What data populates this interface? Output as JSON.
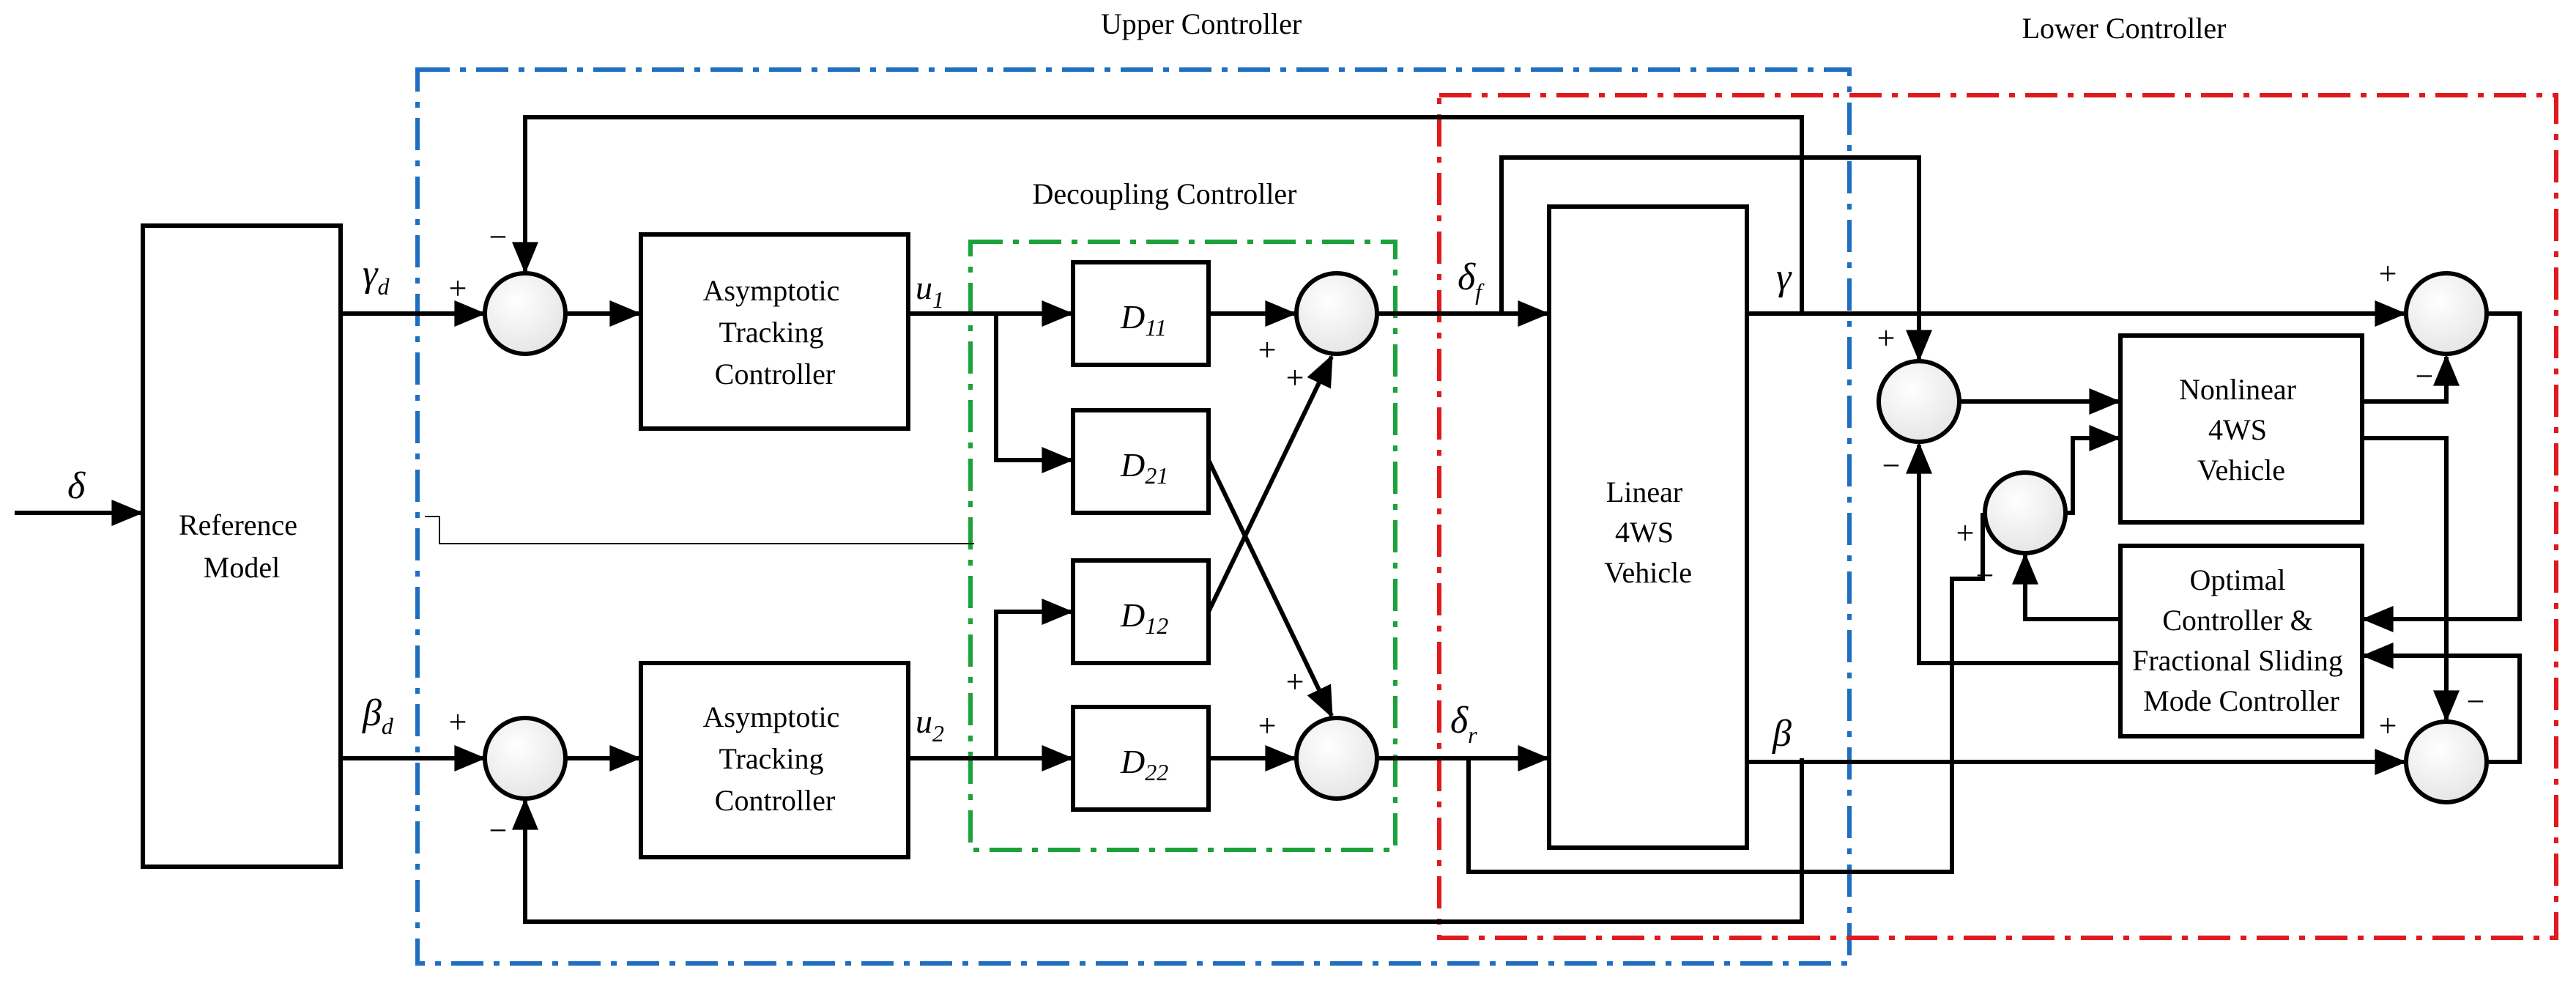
{
  "regions": {
    "upper": "Upper Controller",
    "lower": "Lower Controller",
    "decoupling": "Decoupling Controller"
  },
  "blocks": {
    "reference_model": [
      "Reference",
      "Model"
    ],
    "tracking_top": [
      "Asymptotic",
      "Tracking",
      "Controller"
    ],
    "tracking_bottom": [
      "Asymptotic",
      "Tracking",
      "Controller"
    ],
    "linear_vehicle": [
      "Linear",
      "4WS",
      "Vehicle"
    ],
    "nonlinear_vehicle": [
      "Nonlinear",
      "4WS",
      "Vehicle"
    ],
    "optimal_controller": [
      "Optimal",
      "Controller &",
      "Fractional Sliding",
      "Mode Controller"
    ]
  },
  "decouplers": {
    "d11": {
      "sym": "D",
      "sub": "11"
    },
    "d21": {
      "sym": "D",
      "sub": "21"
    },
    "d12": {
      "sym": "D",
      "sub": "12"
    },
    "d22": {
      "sym": "D",
      "sub": "22"
    }
  },
  "signals": {
    "delta": {
      "sym": "δ",
      "sub": ""
    },
    "gamma_d": {
      "sym": "γ",
      "sub": "d"
    },
    "beta_d": {
      "sym": "β",
      "sub": "d"
    },
    "u1": {
      "sym": "u",
      "sub": "1"
    },
    "u2": {
      "sym": "u",
      "sub": "2"
    },
    "delta_f": {
      "sym": "δ",
      "sub": "f"
    },
    "delta_r": {
      "sym": "δ",
      "sub": "r"
    },
    "gamma": {
      "sym": "γ",
      "sub": ""
    },
    "beta": {
      "sym": "β",
      "sub": ""
    }
  },
  "signs": {
    "plus": "+",
    "minus": "−"
  },
  "colors": {
    "upper_border": "#1f6fc0",
    "lower_border": "#e0191e",
    "decoupling_border": "#1aa33a",
    "summer_fill": "#f2f2f2"
  }
}
